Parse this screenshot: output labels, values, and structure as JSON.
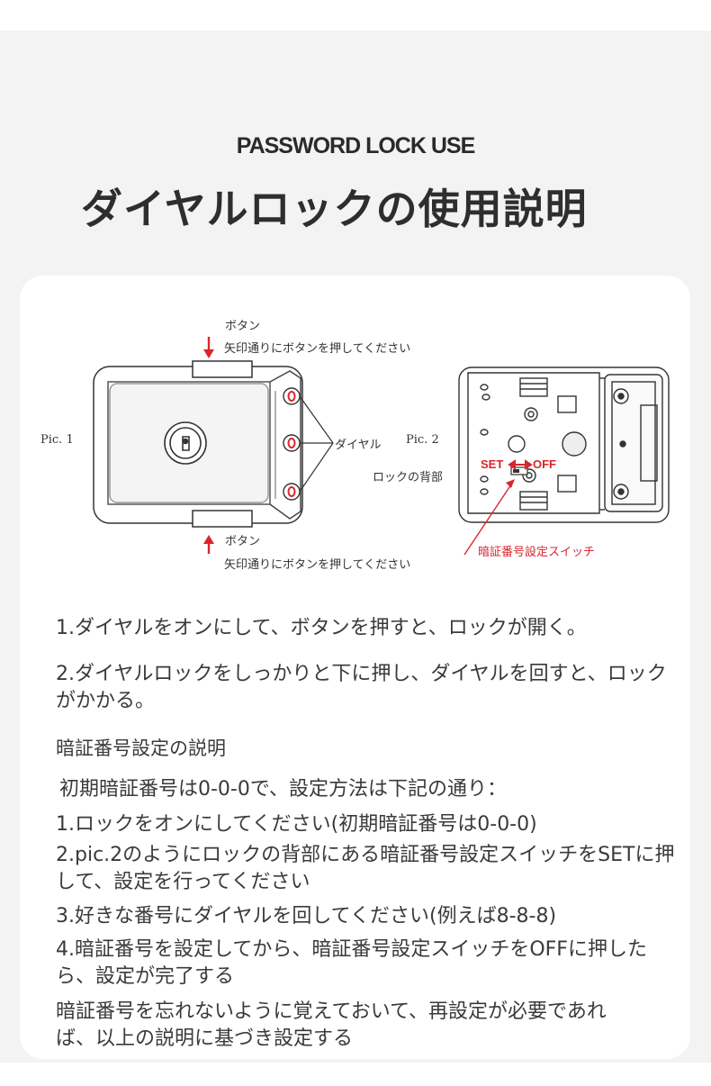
{
  "header": {
    "eyebrow": "PASSWORD LOCK USE",
    "title": "ダイヤルロックの使用説明"
  },
  "diagram": {
    "pic1_label": "Pic. 1",
    "pic2_label": "Pic. 2",
    "top_button_label": "ボタン",
    "top_button_instruction": "矢印通りにボタンを押してください",
    "bottom_button_label": "ボタン",
    "bottom_button_instruction": "矢印通りにボタンを押してください",
    "dial_label": "ダイヤル",
    "back_label": "ロックの背部",
    "set_label": "SET",
    "off_label": "OFF",
    "switch_label": "暗証番号設定スイッチ",
    "accent_color": "#d9262c"
  },
  "instructions": {
    "step_open": "1.ダイヤルをオンにして、ボタンを押すと、ロックが開く。",
    "step_lock": "2.ダイヤルロックをしっかりと下に押し、ダイヤルを回すと、ロックがかかる。",
    "password_heading": "暗証番号設定の説明",
    "initial_password": "初期暗証番号は0-0-0で、設定方法は下記の通り：",
    "step1": "1.ロックをオンにしてください(初期暗証番号は0-0-0)",
    "step2": "2.pic.2のようにロックの背部にある暗証番号設定スイッチをSETに押して、設定を行ってください",
    "step3": "3.好きな番号にダイヤルを回してください(例えば8-8-8)",
    "step4": "4.暗証番号を設定してから、暗証番号設定スイッチをOFFに押したら、設定が完了する",
    "note": "暗証番号を忘れないように覚えておいて、再設定が必要であれば、以上の説明に基づき設定する"
  }
}
